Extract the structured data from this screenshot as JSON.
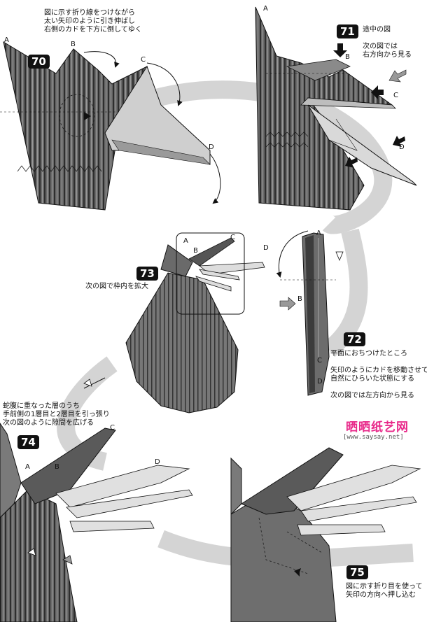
{
  "colors": {
    "paper": "#5f5f5f",
    "paper_dark": "#3d3d3d",
    "paper_light": "#d9d9d9",
    "ribbon": "#d2d2d2",
    "logo": "#e8298a"
  },
  "steps": {
    "s70": {
      "number": "70",
      "text": "図に示す折り線をつけながら\n太い矢印のように引き伸ばし\n右側のカドを下方に倒してゆく"
    },
    "s71": {
      "number": "71",
      "text": "途中の図\n\n次の図では\n右方向から見る"
    },
    "s72": {
      "number": "72",
      "text": "平面におちつけたところ\n\n矢印のようにカドを移動させて\n自然にひらいた状態にする\n\n次の図では左方向から見る"
    },
    "s73": {
      "number": "73",
      "text": "次の図で枠内を拡大"
    },
    "s74": {
      "number": "74",
      "text": "蛇腹に重なった層のうち\n手前側の1層目と2層目を引っ張り\n次の図のように隙間を広げる"
    },
    "s75": {
      "number": "75",
      "text": "図に示す折り目を使って\n矢印の方向へ押し込む"
    }
  },
  "labels": {
    "a": "A",
    "b": "B",
    "c": "C",
    "d": "D"
  },
  "watermark": {
    "logo": "晒晒纸艺网",
    "url": "[www.saysay.net]"
  }
}
